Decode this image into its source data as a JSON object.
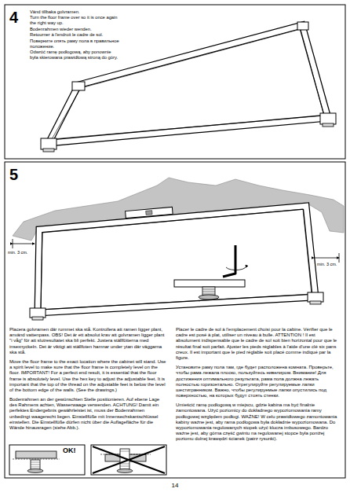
{
  "diagram": {
    "labels": [
      "4",
      "Vänd tillbaka golvramen.",
      "Turn the floor frame over so it is once again the right way up.",
      "Bodenrahmen wieder wenden.",
      "Retourner à l'endroit le cadre de sol.",
      "Поверните опять раму пола в правильное положение.",
      "Odwróć ramę podłogową, aby ponownie była skierowana prawidłową stroną do góry.",
      "5",
      "min. 3 cm.",
      "min. 3 cm.",
      "Placera golvramen där rummet ska stå. Kontrollera att ramen ligger plant, använd vattenpass. OBS! Det är ett absolut krav att golvramen ligger plant \"i våg\" för att slutresultatet ska bli perfekt. Justera ställfötterna med insexnyckeln. Det är viktigt att ställfoten hamnar under ytan där väggarna ska stå.",
      "Move the floor frame to the exact location where the cabinet will stand. Use a spirit level to make sure that the floor frame is completely level on the floor. IMPORTANT! For a perfect end result, it is essential that the floor frame is absolutely level. Use the hex key to adjust the adjustable feet. It is important that the top of the thread on the adjustable feet is below the level of the bottom edge of the walls. (See the drawings.)",
      "Bodenrahmen an der gewünschten Stelle positionieren. Auf ebene Lage des Rahmens achten, Wasserwaage verwenden. ACHTUNG! Damit ein perfektes Endergebnis gewährleistet ist, muss der Bodenrahmen unbedingt waagerecht liegen. Einstellfüße mit Innensechskantschlüssel einstellen. Die Einstellfüße dürfen nicht über die Auflagefläche für die Wände hinausragen (siehe Abb.).",
      "Placer le cadre de sol à l'emplacement choisi pour la cabine. Vérifier que le cadre est posé à plat, utiliser un niveau à bulle. ATTENTION ! Il est absolument indispensable que le cadre de sol soit bien horizontal pour que le résultat final soit parfait. Ajuster les pieds réglables à l'aide d'une clé six pans creux. Il est important que le pied réglable soit placé comme indiqué par la figure.",
      "Установите раму пола там, где будет расположена комната. Проверьте, чтобы рама лежала плоско, пользуйтесь нивелиром. Внимание! Для достижения оптимального результата, рама пола должна лежать полностью горизонтально. Отрегулируйте регулируемые лапки шестигранником. Важно, чтобы регулируемые лапки опустились под поверхностью, на которых будут стоять стенки.",
      "Umieścić ramę podłogową w miejscu, gdzie kabina ma być finalnie zamontowana. Użyć poziomicy do dokładnego wypoziomowania ramy podłogowej względem podłogi. WAŻNE! W celu prawidłowego zamontowania kabiny ważne jest, aby rama podłogowa była dokładnie wypoziomowana. Do wypoziomowania regulowanych stopek użyć klucza imbusowego. Bardzo ważne jest, aby górna część gwintu na regulowanej stopce była poniżej poziomu dolnej krawędzi ścianek (patrz rysunki).",
      "OK!",
      "14"
    ]
  }
}
